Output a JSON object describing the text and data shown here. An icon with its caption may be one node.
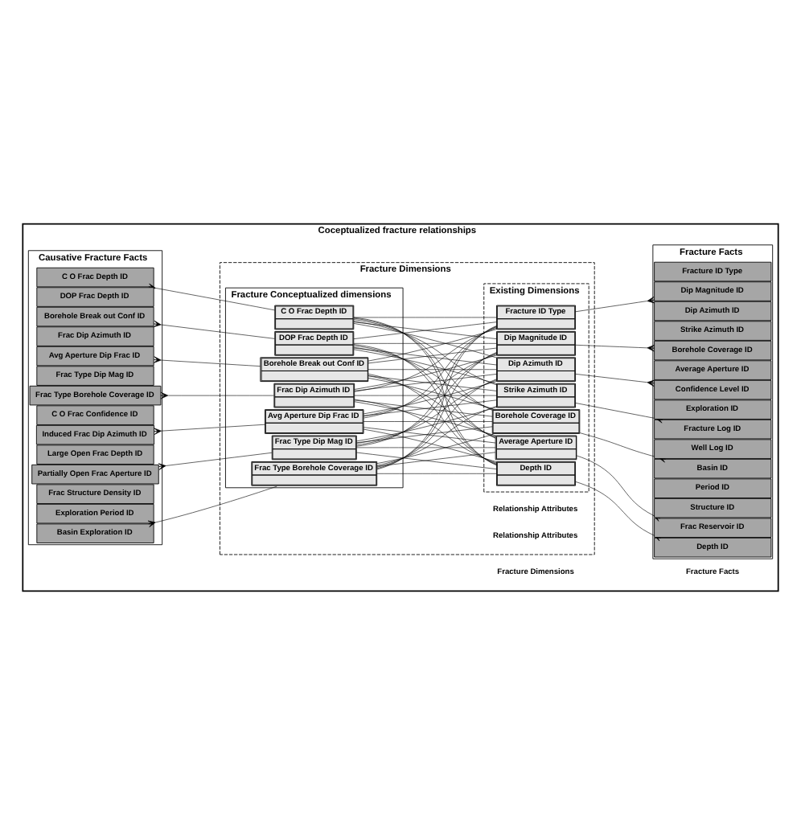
{
  "diagram": {
    "nodes": [
      {
        "text": [
          "Coceptualized fracture relationships"
        ]
      },
      {
        "text": [
          "Causative Fracture Facts"
        ],
        "in": 0
      },
      {
        "text": [
          "C O Frac Depth ID"
        ],
        "in": 1
      },
      {
        "text": [
          "DOP Frac Depth ID"
        ],
        "in": 1
      },
      {
        "text": [
          "Borehole Break out Conf ID"
        ],
        "in": 1
      },
      {
        "text": [
          "Frac Dip Azimuth ID"
        ],
        "in": 1
      },
      {
        "text": [
          "Avg Aperture Dip Frac ID"
        ],
        "in": 1
      },
      {
        "text": [
          "Frac Type Dip Mag ID"
        ],
        "in": 1
      },
      {
        "text": [
          "Frac Type Borehole Coverage ID"
        ],
        "in": 1
      },
      {
        "text": [
          "C O Frac Confidence ID"
        ],
        "in": 1
      },
      {
        "text": [
          "Induced Frac Dip Azimuth ID"
        ],
        "in": 1
      },
      {
        "text": [
          "Large Open Frac Depth ID"
        ],
        "in": 1
      },
      {
        "text": [
          "Partially Open Frac Aperture ID"
        ],
        "in": 1
      },
      {
        "text": [
          "Frac Structure Density ID"
        ],
        "in": 1
      },
      {
        "text": [
          "Exploration Period ID"
        ],
        "in": 1
      },
      {
        "text": [
          "Basin Exploration ID"
        ],
        "in": 1
      },
      {
        "text": [
          "Fracture Dimensions"
        ],
        "in": 0
      },
      {
        "text": [
          "Fracture Conceptualized dimensions"
        ],
        "in": 16
      },
      {
        "text": [
          "C O Frac Depth ID"
        ],
        "in": 17
      },
      {
        "text": [
          "DOP Frac Depth ID"
        ],
        "in": 17
      },
      {
        "text": [
          "Borehole Break out Conf ID"
        ],
        "in": 17
      },
      {
        "text": [
          "Frac Dip Azimuth ID"
        ],
        "in": 17
      },
      {
        "text": [
          "Avg Aperture Dip Frac ID"
        ],
        "in": 17
      },
      {
        "text": [
          "Frac Type Dip Mag ID"
        ],
        "in": 17
      },
      {
        "text": [
          "Frac Type Borehole Coverage ID"
        ],
        "in": 17
      },
      {
        "text": [
          "Existing Dimensions"
        ],
        "in": 16
      },
      {
        "text": [
          "Depth ID"
        ],
        "in": 25
      },
      {
        "text": [
          "Fracture ID Type"
        ],
        "in": 25
      },
      {
        "text": [
          "Dip Magnitude ID"
        ],
        "in": 25
      },
      {
        "text": [
          "Dip Azimuth ID"
        ],
        "in": 25
      },
      {
        "text": [
          "Strike Azimuth ID"
        ],
        "in": 25
      },
      {
        "text": [
          "Borehole Coverage ID"
        ],
        "in": 25
      },
      {
        "text": [
          "Average Aperture ID"
        ],
        "in": 25
      },
      {
        "text": [
          "Fracture Facts"
        ],
        "in": 0
      },
      {
        "text": [
          "Depth ID"
        ],
        "in": 33
      },
      {
        "text": [
          "Fracture ID Type"
        ],
        "in": 33
      },
      {
        "text": [
          "Dip Magnitude ID"
        ],
        "in": 33
      },
      {
        "text": [
          "Dip Azimuth ID"
        ],
        "in": 33
      },
      {
        "text": [
          "Strike Azimuth ID"
        ],
        "in": 33
      },
      {
        "text": [
          "Borehole Coverage ID"
        ],
        "in": 33
      },
      {
        "text": [
          "Average Aperture ID"
        ],
        "in": 33
      },
      {
        "text": [
          "Confidence Level ID"
        ],
        "in": 33
      },
      {
        "text": [
          "Exploration ID"
        ],
        "in": 33
      },
      {
        "text": [
          "Fracture Log ID"
        ],
        "in": 33
      },
      {
        "text": [
          "Well Log ID"
        ],
        "in": 33
      },
      {
        "text": [
          "Basin ID"
        ],
        "in": 33
      },
      {
        "text": [
          "Period ID"
        ],
        "in": 33
      },
      {
        "text": [
          "Structure ID"
        ],
        "in": 33
      },
      {
        "text": [
          "Frac Reservoir ID"
        ],
        "in": 33
      }
    ],
    "edges": [
      {
        "from": 18,
        "to": 2,
        "arrow": "other"
      },
      {
        "from": 19,
        "to": 4,
        "arrow": "other"
      },
      {
        "from": 20,
        "to": 6,
        "arrow": "other"
      },
      {
        "from": 21,
        "to": 8,
        "arrow": "other"
      },
      {
        "from": 22,
        "to": 10,
        "arrow": "other"
      },
      {
        "from": 23,
        "to": 12,
        "arrow": "other"
      },
      {
        "from": 24,
        "to": 15,
        "arrow": "other"
      },
      {
        "from": 18,
        "to": 26,
        "arrow": "none"
      },
      {
        "from": 18,
        "to": 27,
        "arrow": "none"
      },
      {
        "from": 18,
        "to": 28,
        "arrow": "none"
      },
      {
        "from": 18,
        "to": 29,
        "arrow": "none"
      },
      {
        "from": 18,
        "to": 30,
        "arrow": "none"
      },
      {
        "from": 18,
        "to": 31,
        "arrow": "none"
      },
      {
        "from": 18,
        "to": 32,
        "arrow": "none"
      },
      {
        "from": 19,
        "to": 26,
        "arrow": "none"
      },
      {
        "from": 19,
        "to": 27,
        "arrow": "none"
      },
      {
        "from": 19,
        "to": 28,
        "arrow": "none"
      },
      {
        "from": 19,
        "to": 29,
        "arrow": "none"
      },
      {
        "from": 19,
        "to": 30,
        "arrow": "none"
      },
      {
        "from": 19,
        "to": 31,
        "arrow": "none"
      },
      {
        "from": 19,
        "to": 32,
        "arrow": "none"
      },
      {
        "from": 20,
        "to": 26,
        "arrow": "none"
      },
      {
        "from": 20,
        "to": 27,
        "arrow": "none"
      },
      {
        "from": 20,
        "to": 28,
        "arrow": "none"
      },
      {
        "from": 20,
        "to": 29,
        "arrow": "none"
      },
      {
        "from": 20,
        "to": 30,
        "arrow": "none"
      },
      {
        "from": 20,
        "to": 31,
        "arrow": "none"
      },
      {
        "from": 20,
        "to": 32,
        "arrow": "none"
      },
      {
        "from": 21,
        "to": 26,
        "arrow": "none"
      },
      {
        "from": 21,
        "to": 27,
        "arrow": "none"
      },
      {
        "from": 21,
        "to": 28,
        "arrow": "none"
      },
      {
        "from": 21,
        "to": 29,
        "arrow": "none"
      },
      {
        "from": 21,
        "to": 30,
        "arrow": "none"
      },
      {
        "from": 21,
        "to": 31,
        "arrow": "none"
      },
      {
        "from": 21,
        "to": 32,
        "arrow": "none"
      },
      {
        "from": 22,
        "to": 26,
        "arrow": "none"
      },
      {
        "from": 22,
        "to": 27,
        "arrow": "none"
      },
      {
        "from": 22,
        "to": 28,
        "arrow": "none"
      },
      {
        "from": 22,
        "to": 29,
        "arrow": "none"
      },
      {
        "from": 22,
        "to": 30,
        "arrow": "none"
      },
      {
        "from": 22,
        "to": 31,
        "arrow": "none"
      },
      {
        "from": 22,
        "to": 32,
        "arrow": "none"
      },
      {
        "from": 23,
        "to": 26,
        "arrow": "none"
      },
      {
        "from": 23,
        "to": 27,
        "arrow": "none"
      },
      {
        "from": 23,
        "to": 28,
        "arrow": "none"
      },
      {
        "from": 23,
        "to": 29,
        "arrow": "none"
      },
      {
        "from": 23,
        "to": 30,
        "arrow": "none"
      },
      {
        "from": 23,
        "to": 31,
        "arrow": "none"
      },
      {
        "from": 23,
        "to": 32,
        "arrow": "none"
      },
      {
        "from": 24,
        "to": 26,
        "arrow": "none"
      },
      {
        "from": 24,
        "to": 27,
        "arrow": "none"
      },
      {
        "from": 24,
        "to": 28,
        "arrow": "none"
      },
      {
        "from": 24,
        "to": 29,
        "arrow": "none"
      },
      {
        "from": 24,
        "to": 30,
        "arrow": "none"
      },
      {
        "from": 24,
        "to": 31,
        "arrow": "none"
      },
      {
        "from": 24,
        "to": 32,
        "arrow": "none"
      },
      {
        "from": 26,
        "to": 34,
        "arrow": "other"
      },
      {
        "from": 27,
        "to": 36,
        "arrow": "other"
      },
      {
        "from": 28,
        "to": 39,
        "arrow": "other"
      },
      {
        "from": 29,
        "to": 41,
        "arrow": "other"
      },
      {
        "from": 30,
        "to": 43,
        "arrow": "other"
      },
      {
        "from": 31,
        "to": 45,
        "arrow": "other"
      },
      {
        "from": 32,
        "to": 48,
        "arrow": "other"
      }
    ],
    "labels": [
      "Relationship Attributes",
      "Relationship Attributes",
      "Fracture Dimensions",
      "Fracture Facts"
    ]
  }
}
